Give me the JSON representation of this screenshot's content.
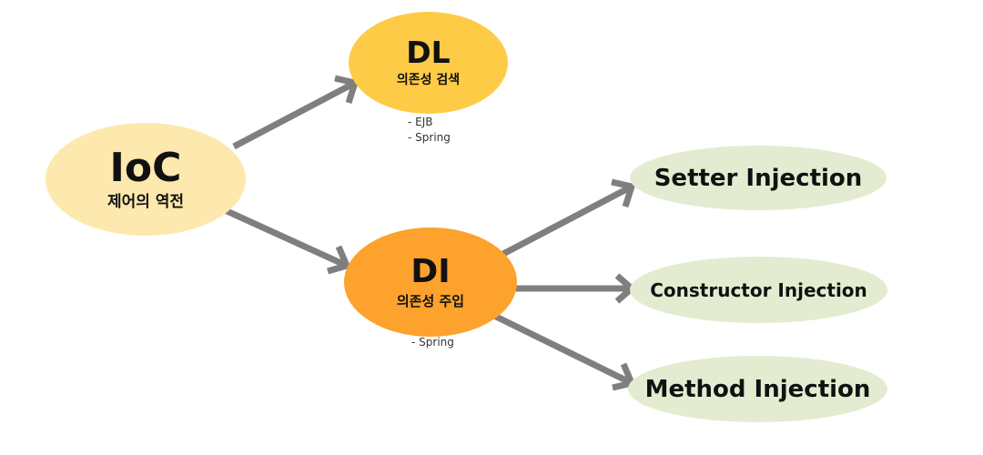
{
  "colors": {
    "arrow": "#7f7f7f",
    "ioc_fill": "#fde9ad",
    "dl_fill": "#fdcb46",
    "di_fill": "#fca22d",
    "injection_fill": "#e3ecd0"
  },
  "nodes": {
    "ioc": {
      "title": "IoC",
      "subtitle": "제어의 역전"
    },
    "dl": {
      "title": "DL",
      "subtitle": "의존성 검색"
    },
    "di": {
      "title": "DI",
      "subtitle": "의존성 주입"
    },
    "setter": {
      "label": "Setter Injection"
    },
    "constructor": {
      "label": "Constructor Injection"
    },
    "method": {
      "label": "Method Injection"
    }
  },
  "notes": {
    "dl": [
      "- EJB",
      "- Spring"
    ],
    "di": [
      "- Spring"
    ]
  }
}
